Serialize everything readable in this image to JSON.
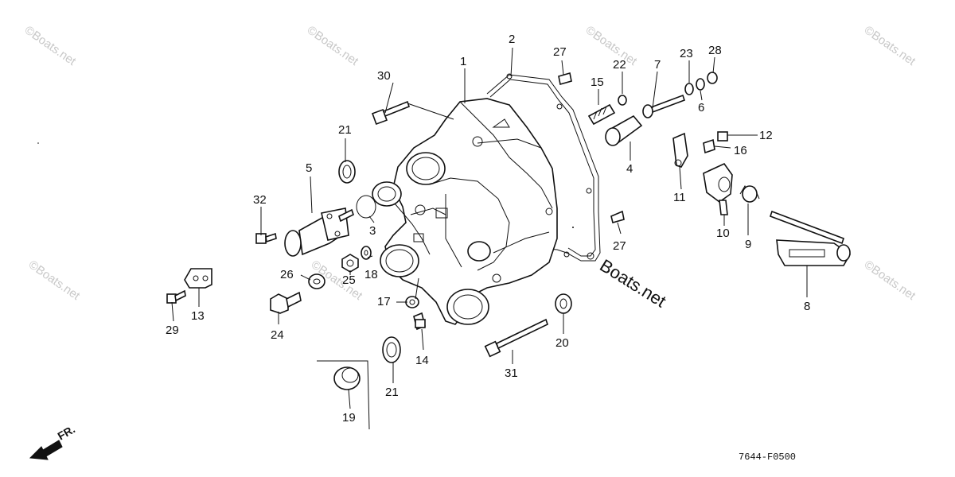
{
  "diagram_code": "7644-F0500",
  "front_marker": "FR.",
  "watermark_text": "©Boats.net",
  "inline_brand": "Boats.net",
  "callouts": {
    "c1": "1",
    "c2": "2",
    "c3": "3",
    "c4": "4",
    "c5": "5",
    "c6": "6",
    "c7": "7",
    "c8": "8",
    "c9": "9",
    "c10": "10",
    "c11": "11",
    "c12": "12",
    "c13": "13",
    "c14": "14",
    "c15": "15",
    "c16": "16",
    "c17": "17",
    "c18": "18",
    "c19": "19",
    "c20": "20",
    "c21a": "21",
    "c21b": "21",
    "c22": "22",
    "c23": "23",
    "c24": "24",
    "c25": "25",
    "c26": "26",
    "c27a": "27",
    "c27b": "27",
    "c28": "28",
    "c29": "29",
    "c30": "30",
    "c31": "31",
    "c32": "32"
  }
}
